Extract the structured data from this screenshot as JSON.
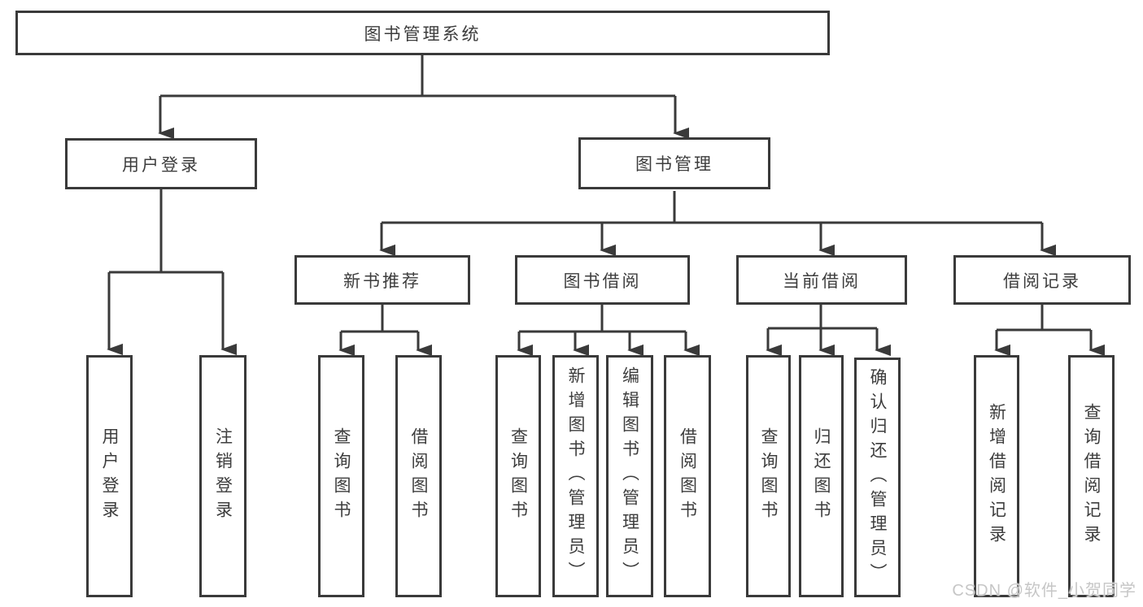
{
  "diagram": {
    "title": "图书管理系统",
    "root": {
      "label": "图书管理系统"
    },
    "branches": [
      {
        "label": "用户登录",
        "children": [
          {
            "label": "用户登录"
          },
          {
            "label": "注销登录"
          }
        ]
      },
      {
        "label": "图书管理",
        "children": [
          {
            "label": "新书推荐",
            "children": [
              {
                "label": "查询图书"
              },
              {
                "label": "借阅图书"
              }
            ]
          },
          {
            "label": "图书借阅",
            "children": [
              {
                "label": "查询图书"
              },
              {
                "label": "新增图书（管理员）"
              },
              {
                "label": "编辑图书（管理员）"
              },
              {
                "label": "借阅图书"
              }
            ]
          },
          {
            "label": "当前借阅",
            "children": [
              {
                "label": "查询图书"
              },
              {
                "label": "归还图书"
              },
              {
                "label": "确认归还（管理员）"
              }
            ]
          },
          {
            "label": "借阅记录",
            "children": [
              {
                "label": "新增借阅记录"
              },
              {
                "label": "查询借阅记录"
              }
            ]
          }
        ]
      }
    ]
  },
  "watermark": {
    "text": "CSDN @软件_小贺同学"
  },
  "colors": {
    "background": "#ffffff",
    "box_fill": "#ffffff",
    "box_border": "#3a3a3a",
    "line": "#3a3a3a",
    "text": "#3d3d3d",
    "watermark_text": "#c6c6c6"
  }
}
